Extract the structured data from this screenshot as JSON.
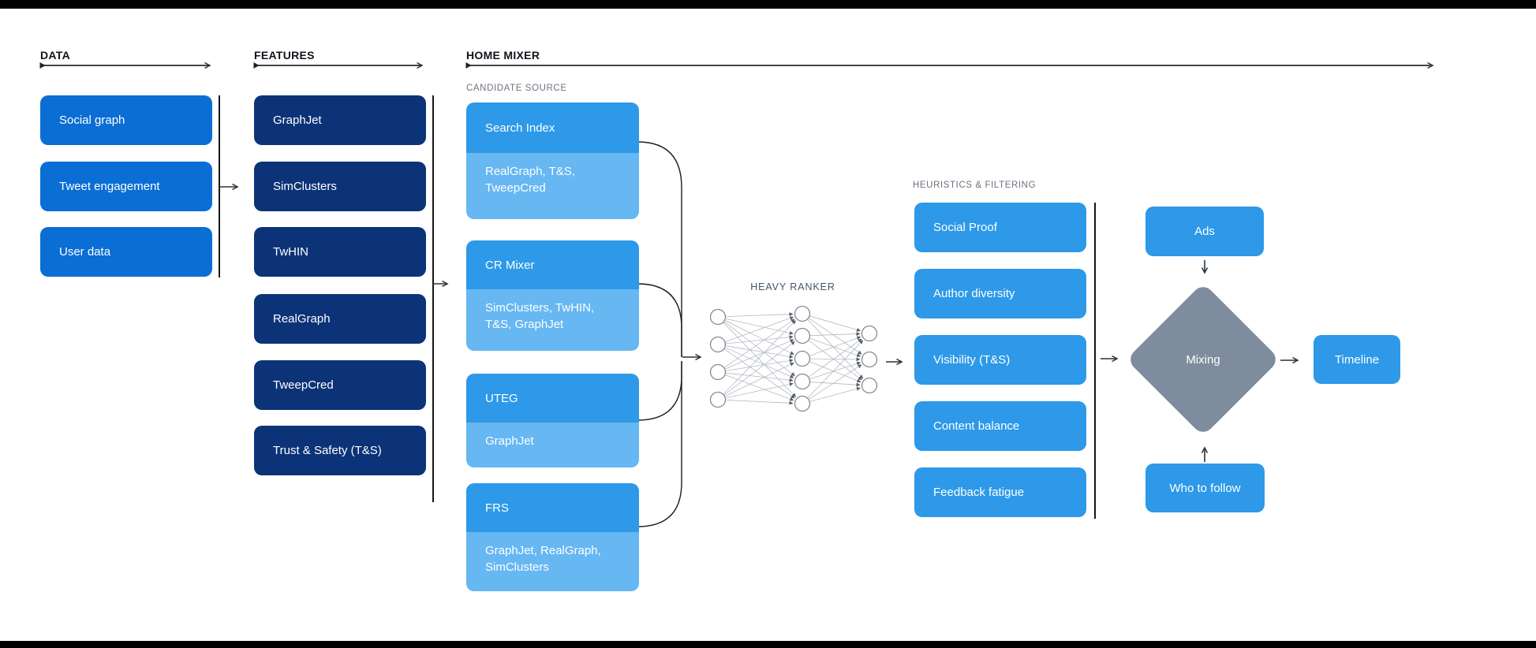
{
  "colors": {
    "data_box": "#0b6ed4",
    "feature_box": "#0c3377",
    "candidate_blue": "#2d99e8",
    "candidate_light": "#66b7f2",
    "heuristic_blue": "#2d99e8",
    "diamond_gray": "#7e8c9d"
  },
  "data_section": {
    "label": "DATA",
    "items": [
      "Social graph",
      "Tweet engagement",
      "User data"
    ]
  },
  "features_section": {
    "label": "FEATURES",
    "items": [
      "GraphJet",
      "SimClusters",
      "TwHIN",
      "RealGraph",
      "TweepCred",
      "Trust & Safety (T&S)"
    ]
  },
  "home_mixer": {
    "label": "HOME MIXER",
    "candidate_source": {
      "label": "CANDIDATE SOURCE",
      "items": [
        {
          "name": "Search Index",
          "uses": "RealGraph, T&S, TweepCred"
        },
        {
          "name": "CR Mixer",
          "uses": "SimClusters, TwHIN, T&S, GraphJet"
        },
        {
          "name": "UTEG",
          "uses": "GraphJet"
        },
        {
          "name": "FRS",
          "uses": "GraphJet, RealGraph, SimClusters"
        }
      ]
    },
    "heavy_ranker_label": "HEAVY RANKER",
    "heuristics": {
      "label": "HEURISTICS & FILTERING",
      "items": [
        "Social Proof",
        "Author diversity",
        "Visibility (T&S)",
        "Content balance",
        "Feedback fatigue"
      ]
    },
    "mixing": {
      "ads": "Ads",
      "diamond": "Mixing",
      "who_to_follow": "Who to follow",
      "timeline": "Timeline"
    }
  }
}
